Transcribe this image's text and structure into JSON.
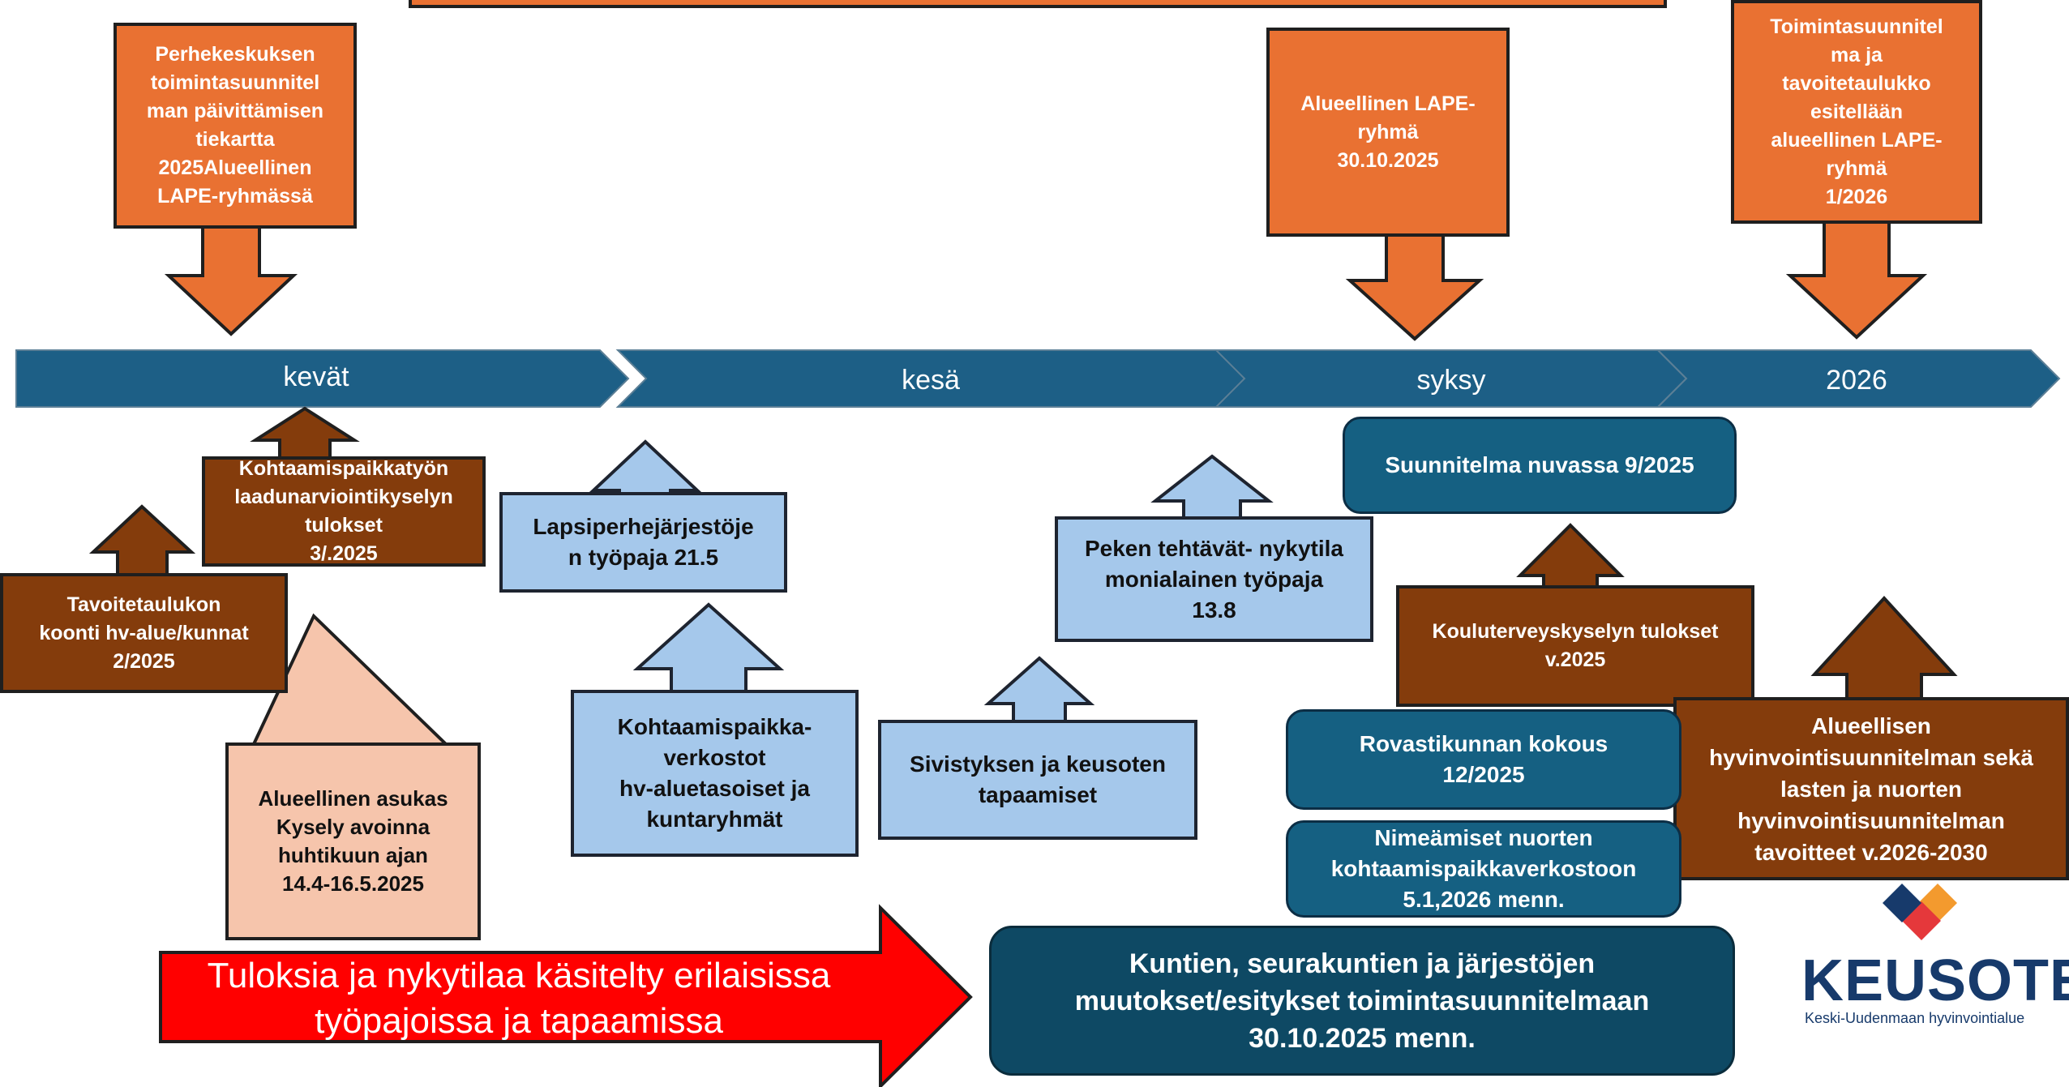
{
  "timeline": {
    "segments": [
      "kevät",
      "kesä",
      "syksy",
      "2026"
    ]
  },
  "top_boxes": {
    "perhekeskus": "Perhekeskuksen\ntoimintasuunnitel\nman päivittämisen\ntiekartta\n2025Alueellinen\nLAPE-ryhmässä",
    "lape_oct": "Alueellinen LAPE-\nryhmä\n30.10.2025",
    "toimintasuunnitelma_2026": "Toimintasuunnitel\nma ja\ntavoitetaulukko\nesitellään\nalueellinen LAPE-\nryhmä\n1/2026"
  },
  "lower_boxes": {
    "kohtaamispaikkatyo": "Kohtaamispaikkatyön\nlaadunarviointikyselyn\ntulokset\n3/.2025",
    "tavoitetaulukon": "Tavoitetaulukon\nkoonti hv-alue/kunnat\n2/2025",
    "asukaskysely": "Alueellinen asukas\nKysely avoinna\nhuhtikuun ajan\n14.4-16.5.2025",
    "lapsiperhe": "Lapsiperhejärjestöje\nn työpaja 21.5",
    "kohtaamispaikkaverkostot": "Kohtaamispaikka-\nverkostot\nhv-aluetasoiset ja\nkuntaryhmät",
    "sivistys": "Sivistyksen ja keusoten\ntapaamiset",
    "peke": "Peken tehtävät- nykytila\nmonialainen työpaja\n13.8",
    "nuvassa": "Suunnitelma nuvassa 9/2025",
    "kouluterveys": "Kouluterveyskyselyn tulokset\nv.2025",
    "rovastikunta": "Rovastikunnan kokous\n12/2025",
    "nimeamiset": "Nimeämiset nuorten\nkohtaamispaikkaverkostoon\n5.1,2026 menn.",
    "hyvinvointisuunnitelma": "Alueellisen\nhyvinvointisuunnitelman sekä\nlasten ja nuorten\nhyvinvointisuunnitelman\ntavoitteet v.2026-2030",
    "kuntien": "Kuntien, seurakuntien ja järjestöjen\nmuutokset/esitykset toimintasuunnitelmaan\n30.10.2025 menn."
  },
  "red_arrow": {
    "text": "Tuloksia ja nykytilaa käsitelty erilaisissa\ntyöpajoissa ja tapaamissa"
  },
  "logo": {
    "name": "KEUSOTE",
    "subtitle": "Keski-Uudenmaan hyvinvointialue"
  },
  "colors": {
    "orange": "#E97132",
    "brown": "#843C0C",
    "light_blue": "#A5C8EB",
    "teal": "#156082",
    "dark_teal": "#0E4964",
    "peach": "#F6C5AC",
    "red": "#FF0000",
    "logo_navy": "#173A6B"
  }
}
